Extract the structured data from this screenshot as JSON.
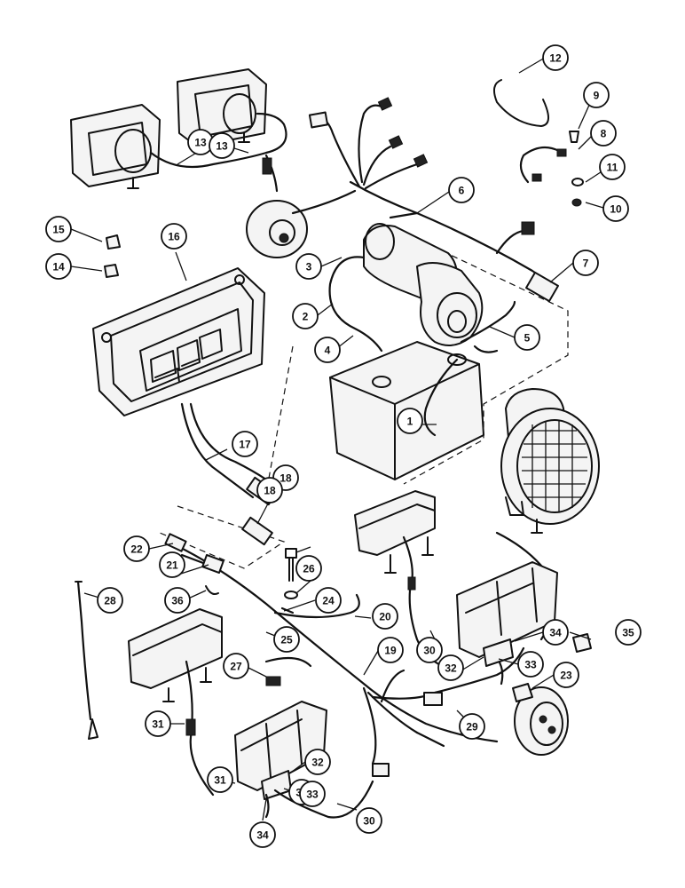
{
  "callouts": [
    "1",
    "2",
    "3",
    "4",
    "5",
    "6",
    "7",
    "8",
    "9",
    "10",
    "11",
    "12",
    "13",
    "13",
    "14",
    "15",
    "16",
    "17",
    "18",
    "18",
    "19",
    "20",
    "21",
    "22",
    "23",
    "24",
    "25",
    "26",
    "27",
    "28",
    "29",
    "30",
    "30",
    "31",
    "31",
    "32",
    "32",
    "32",
    "33",
    "33",
    "34",
    "34",
    "35",
    "36"
  ]
}
